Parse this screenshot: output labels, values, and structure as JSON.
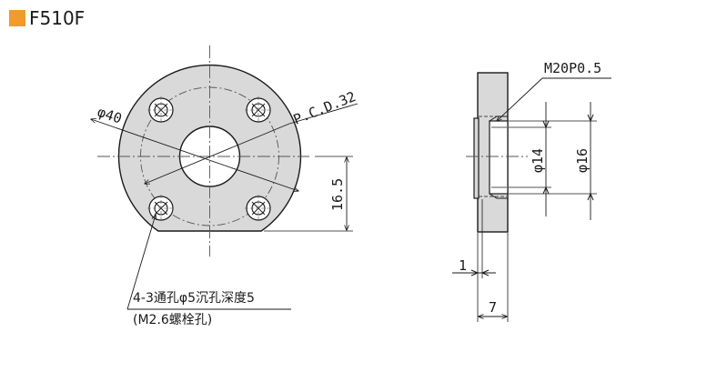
{
  "title": "F510F",
  "accent_color": "#f39a2e",
  "front_view": {
    "outer_diameter_label": "φ40",
    "pcd_label": "P.C.D.32",
    "height_label": "16.5",
    "hole_note_line1": "4-3通孔φ5沉孔深度5",
    "hole_note_line2": "(M2.6螺栓孔)"
  },
  "side_view": {
    "thread_label": "M20P0.5",
    "inner_diameter_label": "φ14",
    "outer_step_diameter_label": "φ16",
    "step_thickness_label": "1",
    "total_thickness_label": "7"
  },
  "colors": {
    "part_fill": "#d9d9d9",
    "line": "#1a1a1a",
    "center_line": "#555555"
  }
}
